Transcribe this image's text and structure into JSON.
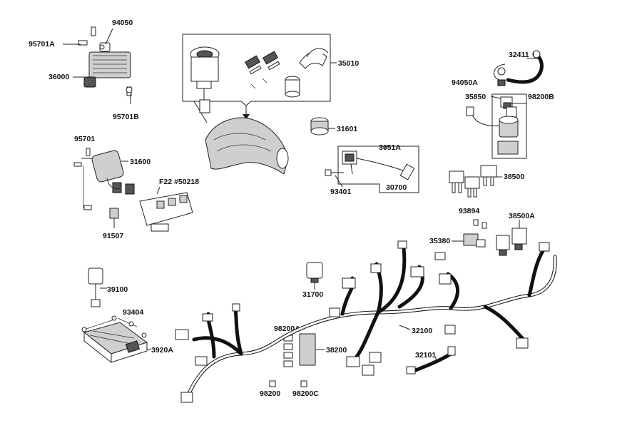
{
  "parts": {
    "p94050": "94050",
    "p95701A": "95701A",
    "p36000": "36000",
    "p95701B": "95701B",
    "p35010": "35010",
    "p32411": "32411",
    "p94050A": "94050A",
    "p35850": "35850",
    "p98200B": "98200B",
    "p31601": "31601",
    "p3051A": "3051A",
    "p93401": "93401",
    "p30700": "30700",
    "p38500": "38500",
    "p95701": "95701",
    "p31600": "31600",
    "pF22": "F22",
    "p50218": "#50218",
    "p91507": "91507",
    "p93894": "93894",
    "p38500A": "38500A",
    "p35380": "35380",
    "p39100": "39100",
    "p31700": "31700",
    "p93404": "93404",
    "p98200A": "98200A",
    "p32100": "32100",
    "p3920A": "3920A",
    "p38200": "38200",
    "p32101": "32101",
    "p98200": "98200",
    "p98200C": "98200C"
  }
}
